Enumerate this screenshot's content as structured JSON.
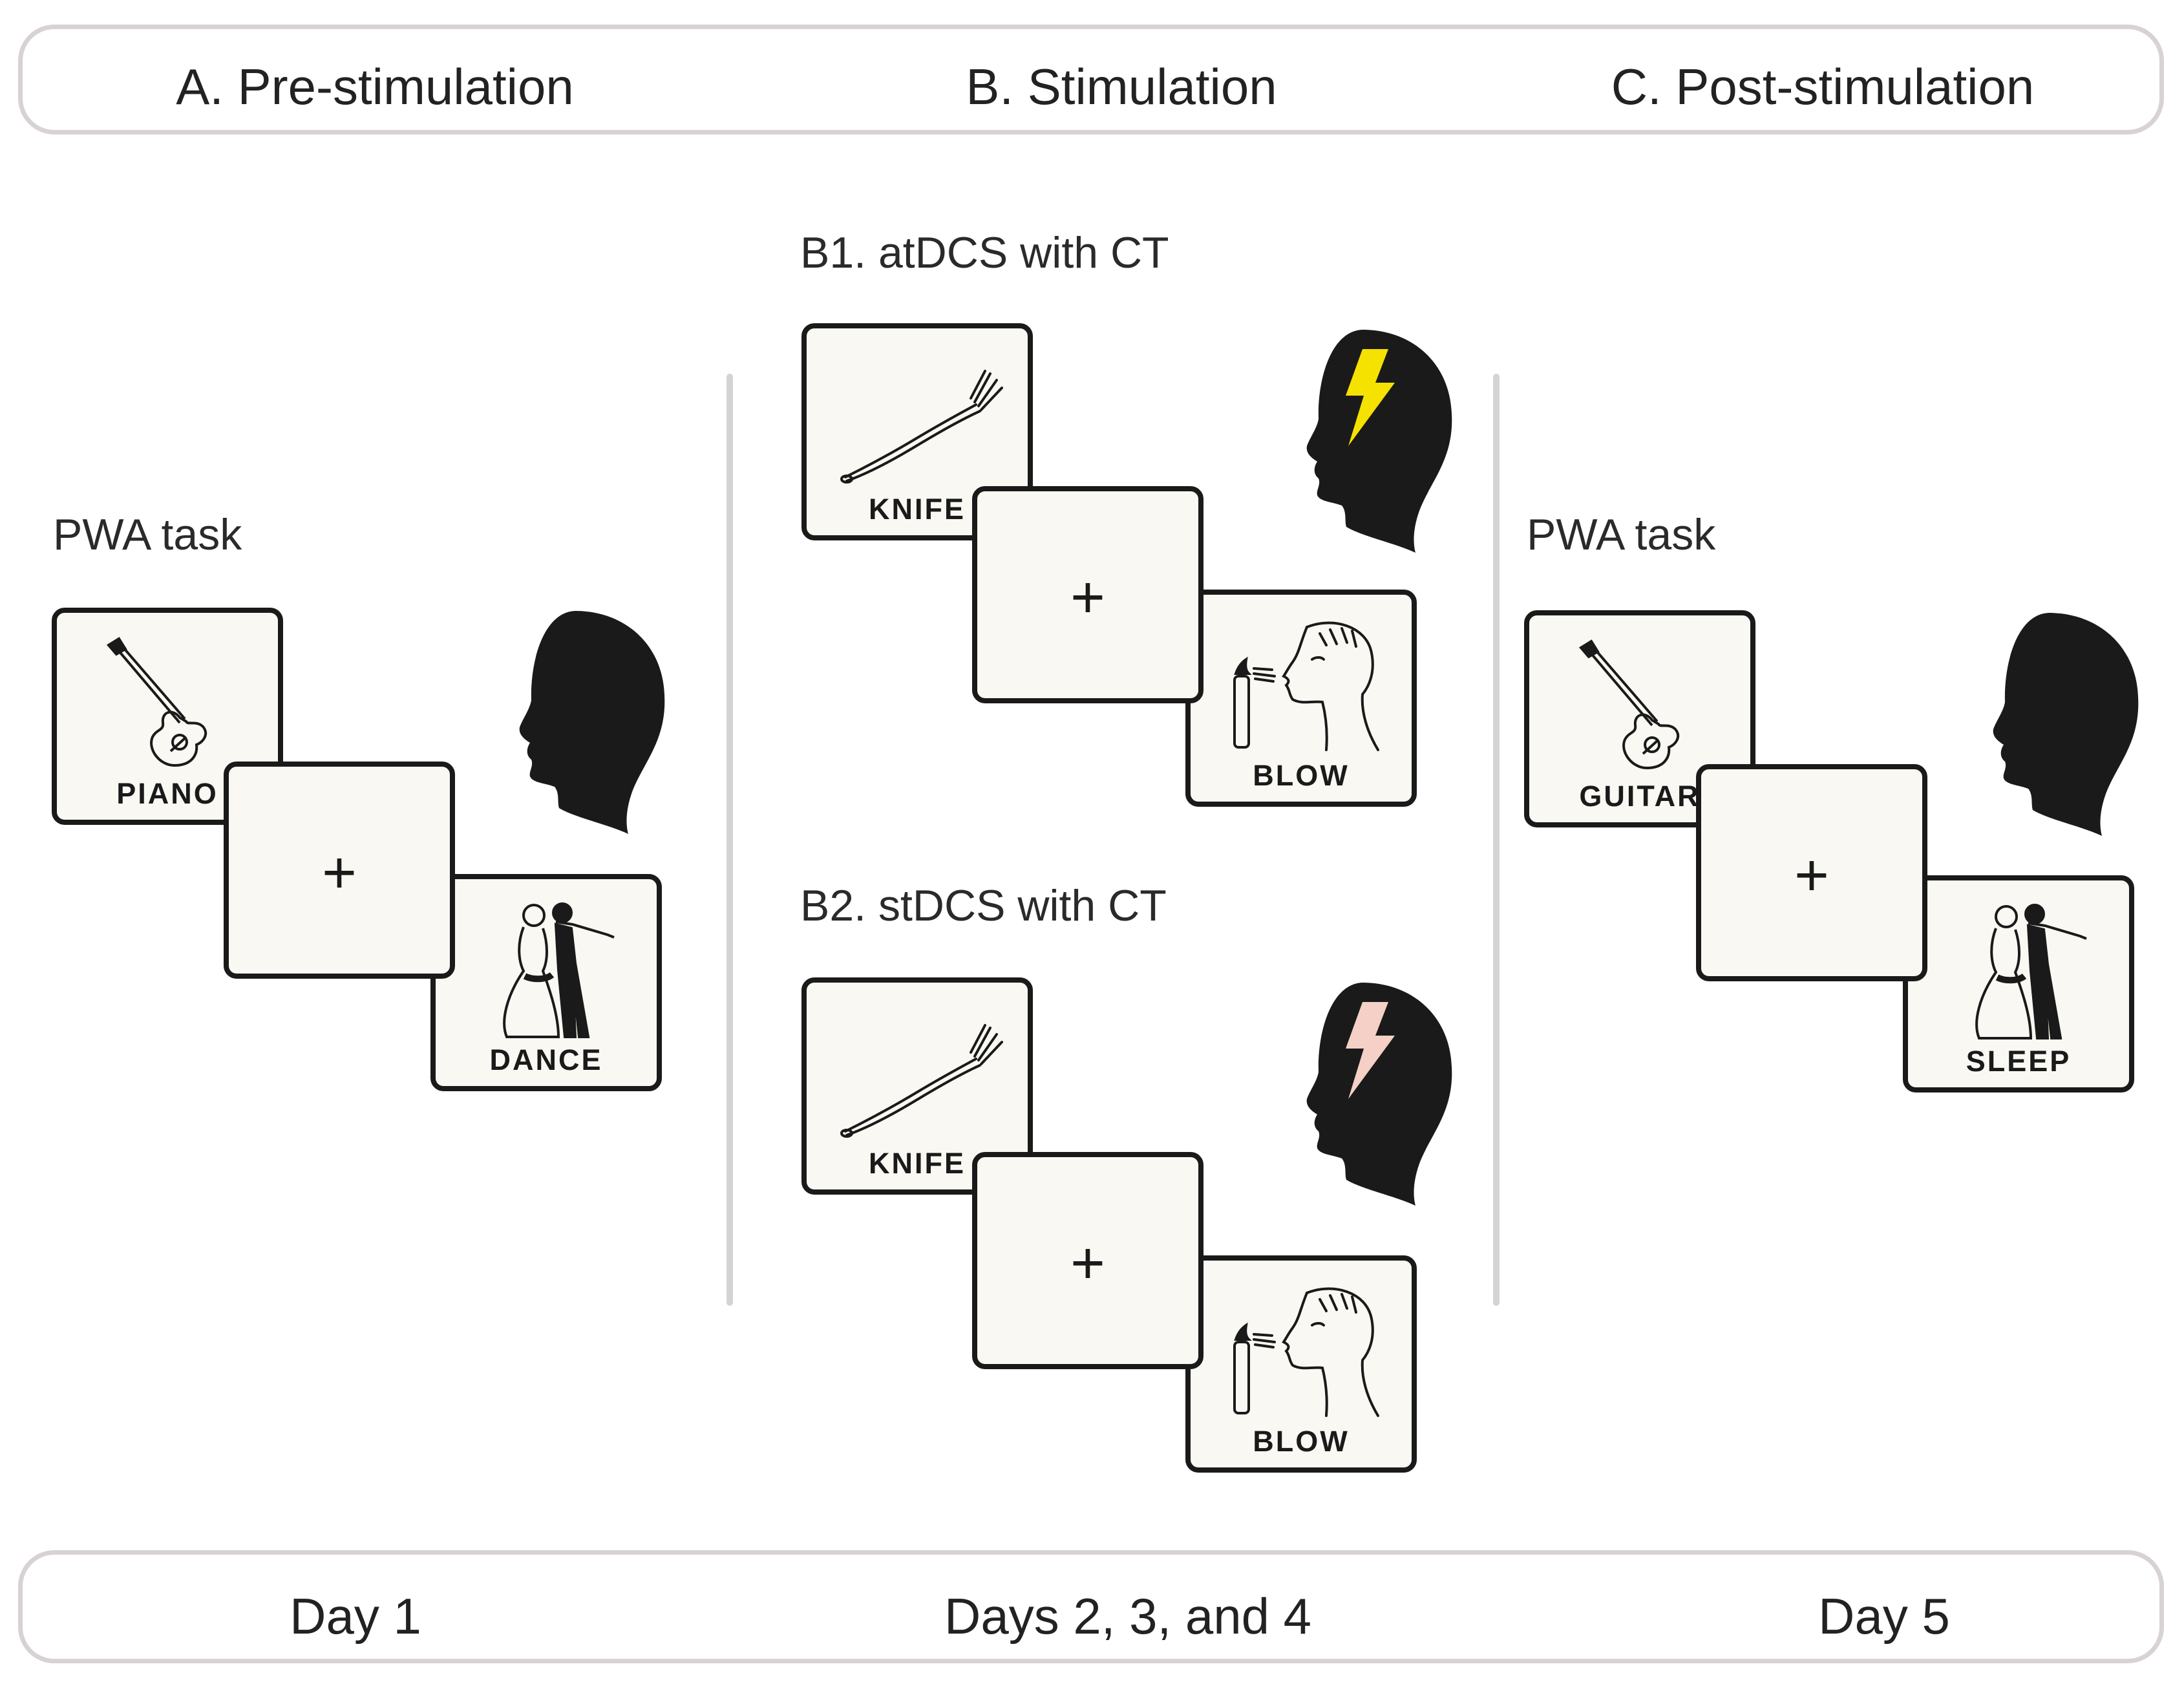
{
  "phases": {
    "a": "A. Pre-stimulation",
    "b": "B. Stimulation",
    "c": "C. Post-stimulation"
  },
  "days": {
    "a": "Day 1",
    "b": "Days 2, 3, and 4",
    "c": "Day 5"
  },
  "panel_a": {
    "task_label": "PWA task",
    "picture_icon": "guitar-icon",
    "picture_word": "PIANO",
    "fixation": "+",
    "action_icon": "dancing-couple-icon",
    "action_word": "DANCE"
  },
  "panel_b1": {
    "title": "B1. atDCS with CT",
    "picture_icon": "fork-icon",
    "picture_word": "KNIFE",
    "fixation": "+",
    "action_icon": "blowing-candle-icon",
    "action_word": "BLOW",
    "bolt_color": "#f5e200"
  },
  "panel_b2": {
    "title": "B2. stDCS with CT",
    "picture_icon": "fork-icon",
    "picture_word": "KNIFE",
    "fixation": "+",
    "action_icon": "blowing-candle-icon",
    "action_word": "BLOW",
    "bolt_color": "#f4d0c6"
  },
  "panel_c": {
    "task_label": "PWA task",
    "picture_icon": "guitar-icon",
    "picture_word": "GUITAR",
    "fixation": "+",
    "action_icon": "dancing-couple-icon",
    "action_word": "SLEEP"
  },
  "colors": {
    "head": "#1a1a1a",
    "card_fill": "#f9f8f3",
    "frame_border": "#d8d2d6",
    "divider": "#d4d4d4"
  }
}
